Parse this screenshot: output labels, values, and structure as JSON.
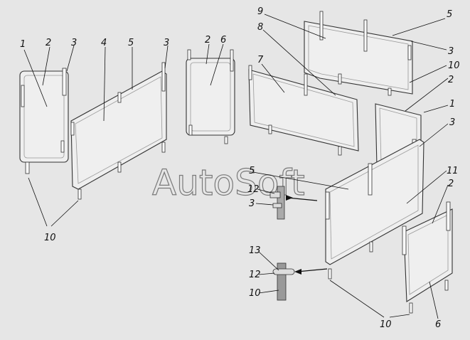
{
  "watermark": "AutoSoft",
  "callouts": {
    "c1a": "1",
    "c2a": "2",
    "c3a": "3",
    "c4": "4",
    "c5a": "5",
    "c3b": "3",
    "c2b": "2",
    "c6a": "6",
    "c7": "7",
    "c8": "8",
    "c9": "9",
    "c5b": "5",
    "c3c": "3",
    "c10a": "10",
    "c2c": "2",
    "c1b": "1",
    "c3d": "3",
    "c11": "11",
    "c5c": "5",
    "c12a": "12",
    "c3e": "3",
    "c2d": "2",
    "c13": "13",
    "c12b": "12",
    "c10b": "10",
    "c10c": "10",
    "c10d": "10",
    "c6b": "6"
  }
}
